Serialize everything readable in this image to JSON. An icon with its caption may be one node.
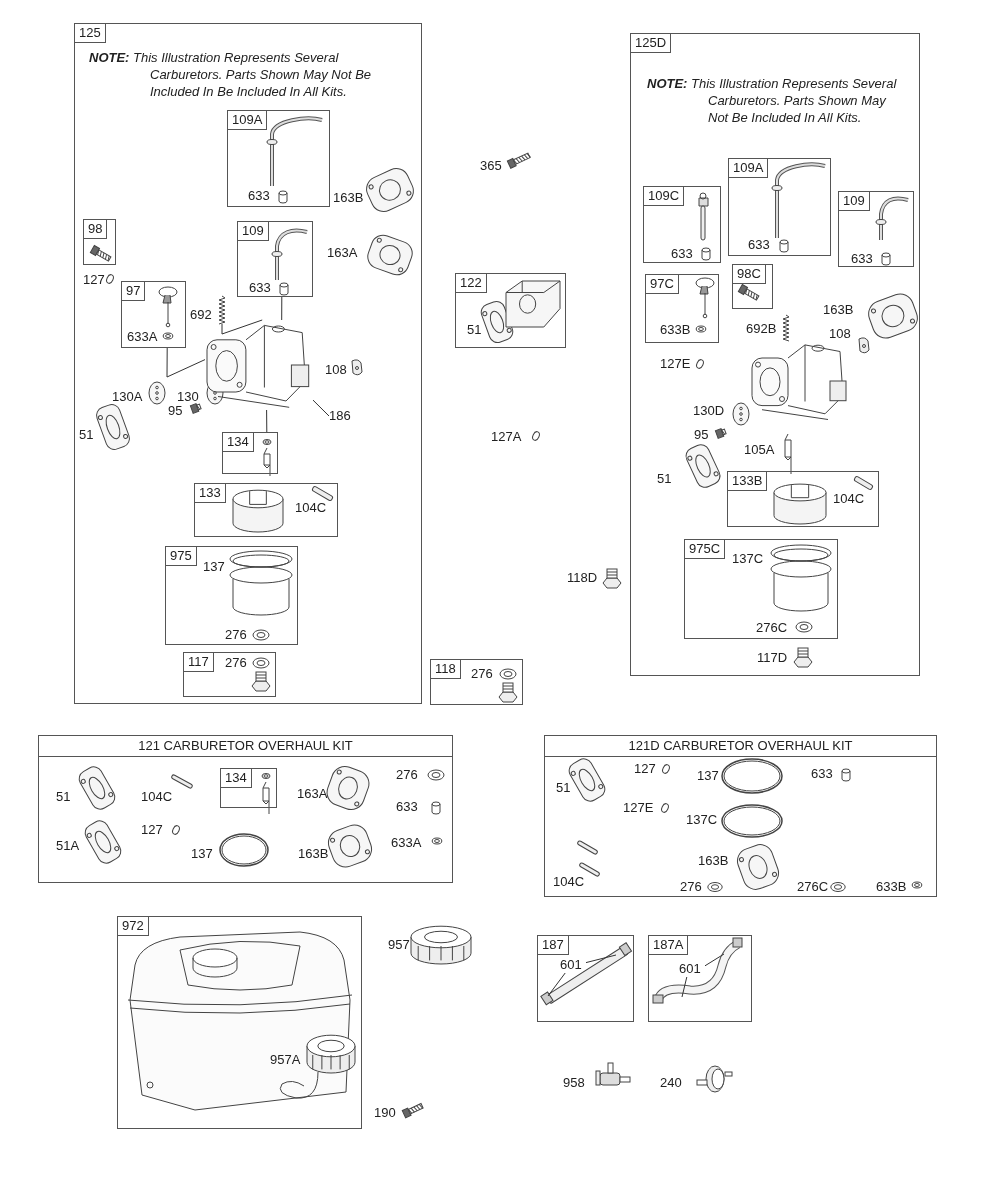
{
  "diagram": {
    "nodes": [
      {
        "text": [
          "125",
          "**NOTE:** This Illustration Represents Several Carburetors. Parts Shown May Not Be Included In Be Included In All Kits.",
          "163B",
          "163A",
          "127",
          "692",
          "108",
          "130A",
          "130",
          "95",
          "51"
        ]
      },
      {
        "text": [
          "109A",
          "633"
        ],
        "in": 0
      },
      {
        "text": [
          "98"
        ],
        "in": 0
      },
      {
        "text": [
          "109",
          "633"
        ],
        "in": 0
      },
      {
        "text": [
          "97",
          "633A"
        ],
        "in": 0
      },
      {
        "text": [],
        "shape": "picture",
        "in": 0
      },
      {
        "text": [],
        "shape": "picture",
        "in": 0
      },
      {
        "text": [
          "186"
        ],
        "in": 0
      },
      {
        "text": [
          "134"
        ],
        "in": 0
      },
      {
        "text": [
          "133",
          "104C"
        ],
        "in": 0
      },
      {
        "text": [
          "975",
          "137",
          "276"
        ],
        "in": 0
      },
      {
        "text": [
          "117",
          "276"
        ],
        "in": 0
      },
      {
        "text": [
          "122",
          "51"
        ]
      },
      {
        "text": [
          "118",
          "276"
        ]
      },
      {
        "text": [
          "125D",
          "**NOTE:** This Illustration Represents Several Carburetors. Parts Shown May Not Be Included In All Kits.",
          "692B",
          "163B",
          "108",
          "127E",
          "130D",
          "95",
          "105A",
          "51",
          "117D"
        ]
      },
      {
        "text": [
          "109C",
          "633"
        ],
        "in": 14
      },
      {
        "text": [
          "109A",
          "633"
        ],
        "in": 14
      },
      {
        "text": [
          "109",
          "633"
        ],
        "in": 14
      },
      {
        "text": [
          "97C",
          "633B"
        ],
        "in": 14
      },
      {
        "text": [
          "98C"
        ],
        "in": 14
      },
      {
        "text": [
          "133B",
          "104C"
        ],
        "in": 14
      },
      {
        "text": [
          "975C",
          "137C",
          "276C"
        ],
        "in": 14
      },
      {
        "text": [
          "121 CARBURETOR OVERHAUL KIT",
          "51",
          "104C",
          "163A",
          "276",
          "633",
          "51A",
          "127",
          "137",
          "163B",
          "633A"
        ]
      },
      {
        "text": [
          "134"
        ],
        "in": 22
      },
      {
        "text": [
          "121D CARBURETOR OVERHAUL KIT",
          "51",
          "127",
          "137",
          "633",
          "127E",
          "137C",
          "163B",
          "104C",
          "276",
          "276C",
          "633B"
        ]
      },
      {
        "text": [
          "972",
          "957A"
        ]
      },
      {
        "text": [
          "187"
        ]
      },
      {
        "text": [
          "601"
        ],
        "in": 26
      },
      {
        "text": [
          "187A"
        ]
      },
      {
        "text": [
          "601"
        ],
        "in": 28
      }
    ],
    "edges": [
      {
        "from": 3,
        "to": 6,
        "arrow": "none"
      },
      {
        "from": 4,
        "to": 6,
        "arrow": "none"
      },
      {
        "from": 5,
        "to": 6,
        "arrow": "none"
      },
      {
        "from": 7,
        "to": 6,
        "arrow": "none"
      },
      {
        "from": 8,
        "to": 6,
        "arrow": "none"
      },
      {
        "from": 27,
        "to": null,
        "arrow": "none"
      },
      {
        "from": 27,
        "to": null,
        "arrow": "none"
      },
      {
        "from": 29,
        "to": null,
        "arrow": "none"
      },
      {
        "from": 29,
        "to": null,
        "arrow": "none"
      }
    ],
    "labels": [
      "365",
      "127A",
      "118D",
      "957",
      "190",
      "958",
      "240"
    ]
  }
}
